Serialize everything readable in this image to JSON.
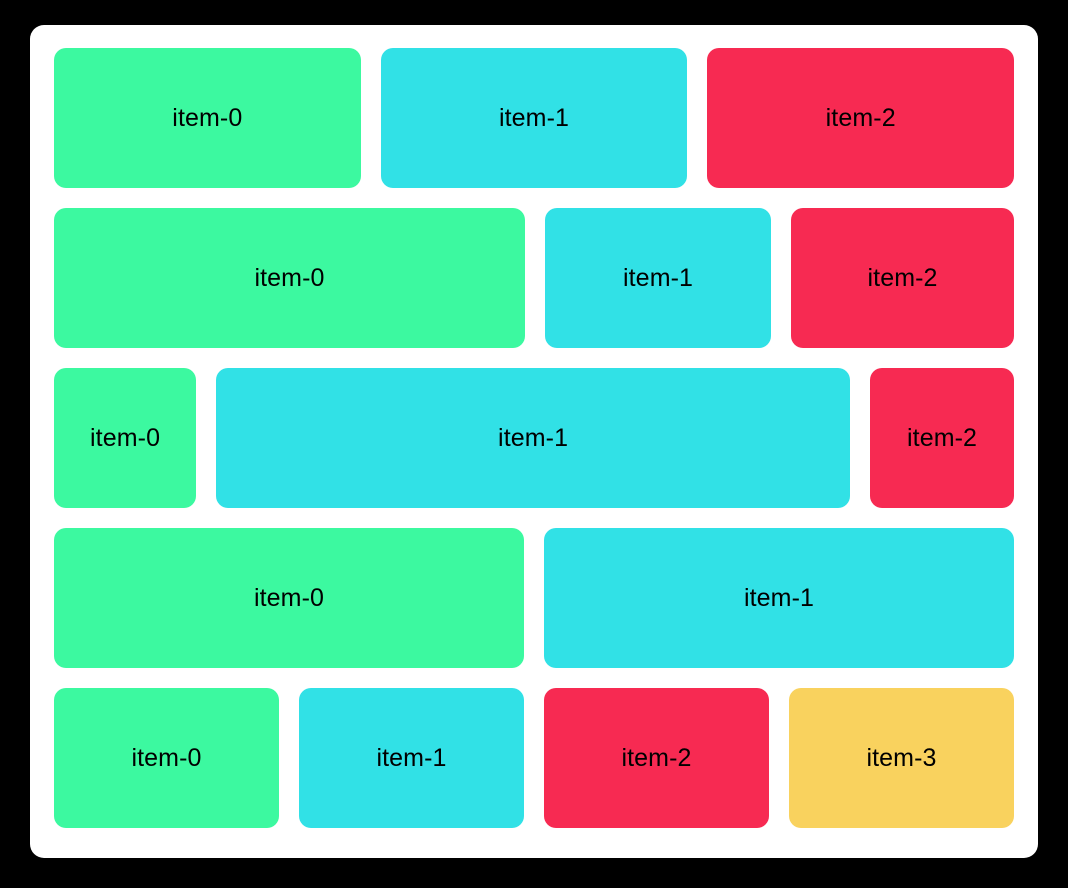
{
  "page": {
    "background": "#000000",
    "card_background": "#ffffff",
    "text_color": "#000000"
  },
  "palette": {
    "green": "#3cf9a0",
    "cyan": "#31e1e6",
    "red": "#f72a52",
    "yellow": "#f9d25e"
  },
  "layout": {
    "rows": [
      {
        "name": "row-1",
        "items": [
          {
            "label": "item-0",
            "color_key": "green",
            "flex_grow": 1
          },
          {
            "label": "item-1",
            "color_key": "cyan",
            "flex_grow": 1
          },
          {
            "label": "item-2",
            "color_key": "red",
            "flex_grow": 1
          }
        ]
      },
      {
        "name": "row-2",
        "items": [
          {
            "label": "item-0",
            "color_key": "green",
            "flex_grow": 3
          },
          {
            "label": "item-1",
            "color_key": "cyan",
            "flex_grow": 1.44
          },
          {
            "label": "item-2",
            "color_key": "red",
            "flex_grow": 1.42
          }
        ]
      },
      {
        "name": "row-3",
        "items": [
          {
            "label": "item-0",
            "color_key": "green",
            "flex_grow": 0.78
          },
          {
            "label": "item-1",
            "color_key": "cyan",
            "flex_grow": 3.48
          },
          {
            "label": "item-2",
            "color_key": "red",
            "flex_grow": 0.79
          }
        ]
      },
      {
        "name": "row-4",
        "items": [
          {
            "label": "item-0",
            "color_key": "green",
            "flex_grow": 1
          },
          {
            "label": "item-1",
            "color_key": "cyan",
            "flex_grow": 1
          }
        ]
      },
      {
        "name": "row-5",
        "items": [
          {
            "label": "item-0",
            "color_key": "green",
            "flex_grow": 1
          },
          {
            "label": "item-1",
            "color_key": "cyan",
            "flex_grow": 1
          },
          {
            "label": "item-2",
            "color_key": "red",
            "flex_grow": 1
          },
          {
            "label": "item-3",
            "color_key": "yellow",
            "flex_grow": 1
          }
        ]
      }
    ]
  }
}
